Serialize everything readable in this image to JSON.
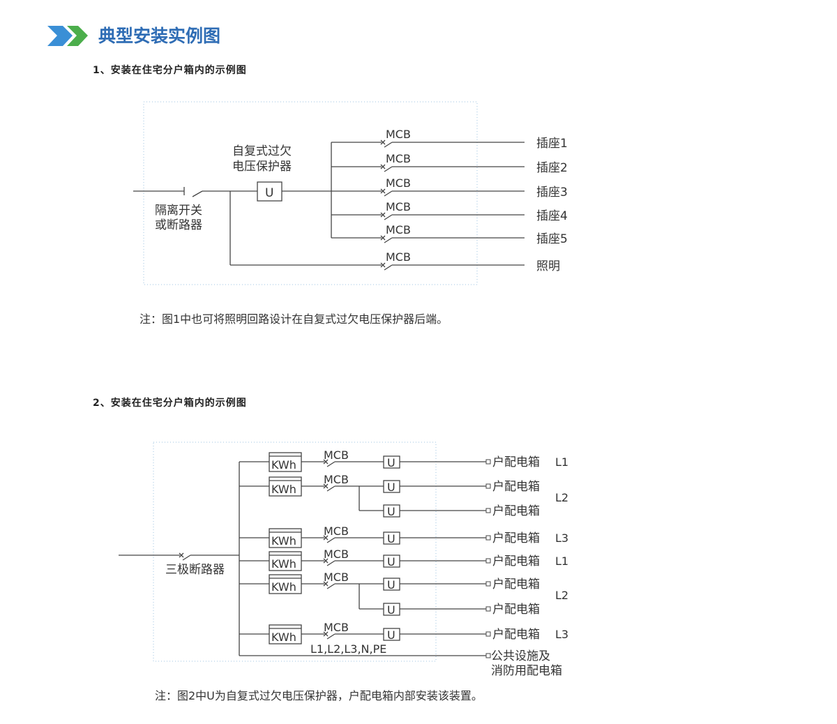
{
  "header": {
    "title": "典型安装实例图"
  },
  "colors": {
    "title": "#2f6db5",
    "chevron_blue": "#3a8fd6",
    "chevron_green": "#4cae4c",
    "line": "#444444",
    "frame": "#9cc3e0"
  },
  "figure1": {
    "heading": "1、安装在住宅分户箱内的示例图",
    "protector_label": [
      "自复式过欠",
      "电压保护器"
    ],
    "protector_symbol": "U",
    "isolator_label": [
      "隔离开关",
      "或断路器"
    ],
    "breaker_label": "MCB",
    "outputs": [
      "插座1",
      "插座2",
      "插座3",
      "插座4",
      "插座5",
      "照明"
    ],
    "note": "注：图1中也可将照明回路设计在自复式过欠电压保护器后端。"
  },
  "figure2": {
    "heading": "2、安装在住宅分户箱内的示例图",
    "main_breaker_label": "三极断路器",
    "meter_label": "KWh",
    "breaker_label": "MCB",
    "protector_symbol": "U",
    "output_label": "户配电箱",
    "phases": [
      "L1",
      "L2",
      "L3",
      "L1",
      "L2",
      "L3"
    ],
    "cable_label": "L1,L2,L3,N,PE",
    "public_label": [
      "公共设施及",
      "消防用配电箱"
    ],
    "note": "注：图2中U为自复式过欠电压保护器，户配电箱内部安装该装置。"
  }
}
